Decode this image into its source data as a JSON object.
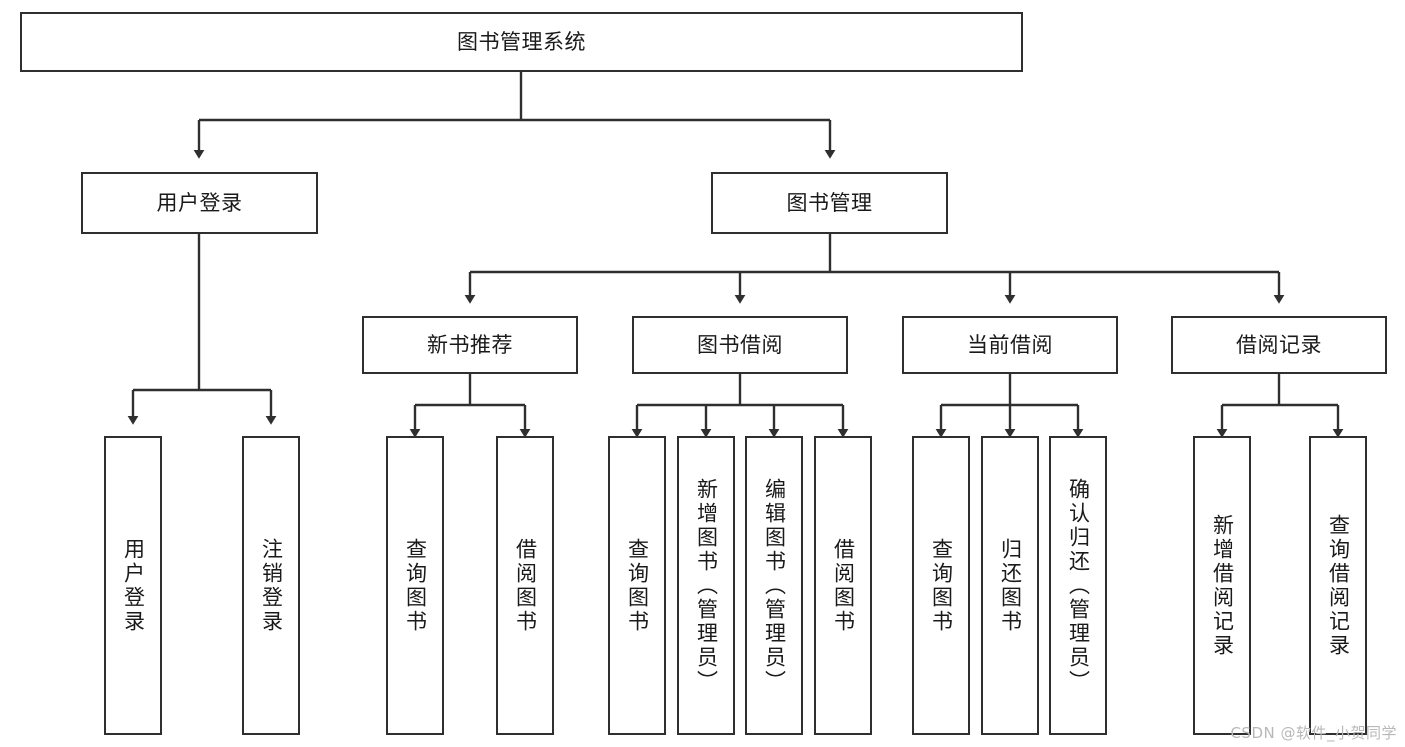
{
  "diagram": {
    "title": "图书管理系统",
    "type": "hierarchy-tree",
    "colors": {
      "box_border": "#2f2f2f",
      "box_fill": "#ffffff",
      "connector": "#2f2f2f",
      "text": "#1a1a1a",
      "watermark": "#b8b8b8",
      "background": "#ffffff"
    },
    "root": {
      "label": "图书管理系统",
      "orientation": "horizontal"
    },
    "level2": [
      {
        "label": "用户登录",
        "orientation": "horizontal"
      },
      {
        "label": "图书管理",
        "orientation": "horizontal"
      }
    ],
    "level3": [
      {
        "label": "新书推荐",
        "orientation": "horizontal"
      },
      {
        "label": "图书借阅",
        "orientation": "horizontal"
      },
      {
        "label": "当前借阅",
        "orientation": "horizontal"
      },
      {
        "label": "借阅记录",
        "orientation": "horizontal"
      }
    ],
    "leaves": {
      "user_login": [
        {
          "label": "用户登录",
          "orientation": "vertical"
        },
        {
          "label": "注销登录",
          "orientation": "vertical"
        }
      ],
      "new_book_recommend": [
        {
          "label": "查询图书",
          "orientation": "vertical"
        },
        {
          "label": "借阅图书",
          "orientation": "vertical"
        }
      ],
      "book_borrow": [
        {
          "label": "查询图书",
          "orientation": "vertical"
        },
        {
          "label": "新增图书（管理员）",
          "orientation": "vertical"
        },
        {
          "label": "编辑图书（管理员）",
          "orientation": "vertical"
        },
        {
          "label": "借阅图书",
          "orientation": "vertical"
        }
      ],
      "current_borrow": [
        {
          "label": "查询图书",
          "orientation": "vertical"
        },
        {
          "label": "归还图书",
          "orientation": "vertical"
        },
        {
          "label": "确认归还（管理员）",
          "orientation": "vertical"
        }
      ],
      "borrow_record": [
        {
          "label": "新增借阅记录",
          "orientation": "vertical"
        },
        {
          "label": "查询借阅记录",
          "orientation": "vertical"
        }
      ]
    }
  },
  "watermark": {
    "text": "CSDN @软件_小贺同学"
  }
}
